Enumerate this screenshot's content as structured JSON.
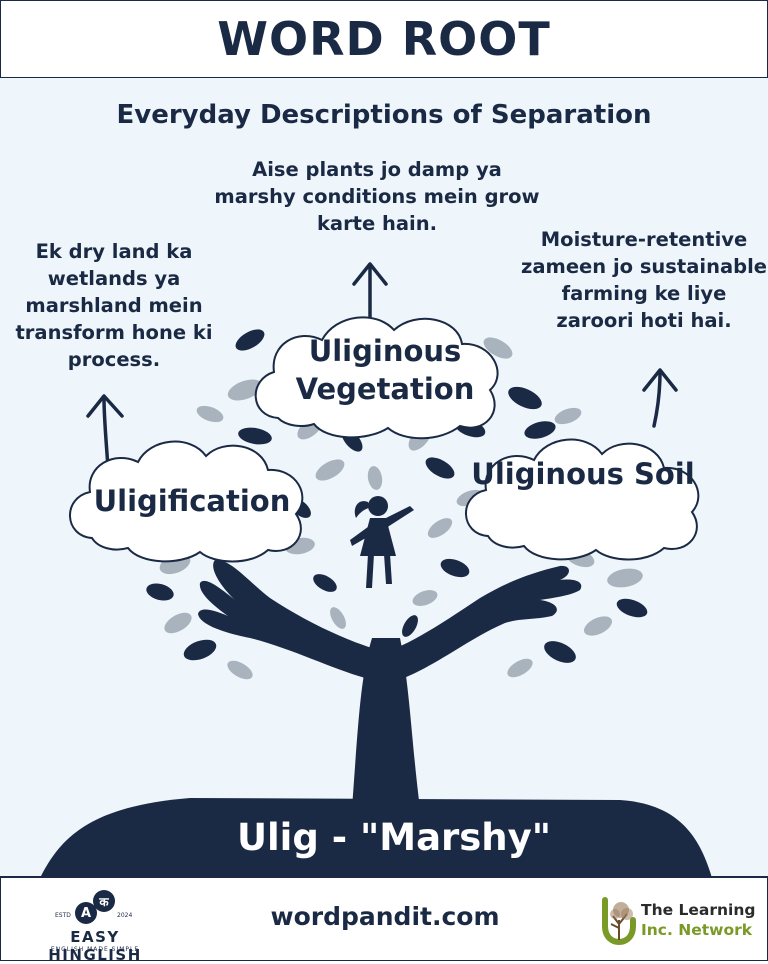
{
  "header": {
    "title": "WORD ROOT"
  },
  "subtitle": "Everyday Descriptions of Separation",
  "root": {
    "label": "Ulig - \"Marshy\""
  },
  "branches": [
    {
      "term": "Uligification",
      "description": "Ek dry land ka wetlands ya marshland mein transform hone ki process."
    },
    {
      "term": "Uliginous Vegetation",
      "description": "Aise plants jo damp ya marshy conditions mein grow karte hain."
    },
    {
      "term": "Uliginous Soil",
      "description": "Moisture-retentive zameen jo sustainable farming ke liye zaroori hoti hai."
    }
  ],
  "footer": {
    "website": "wordpandit.com",
    "easy_hinglish": {
      "name": "EASY HINGLISH",
      "tagline": "ENGLISH MADE SIMPLE",
      "estd": "ESTD",
      "year": "2024",
      "glyph_a": "A",
      "glyph_k": "क"
    },
    "learning_network": {
      "line1": "The Learning",
      "line2": "Inc. Network"
    }
  },
  "colors": {
    "navy": "#1b2a44",
    "background": "#eef5fb",
    "leaf_gray": "#a9b3be",
    "accent_green": "#7a9a28"
  }
}
